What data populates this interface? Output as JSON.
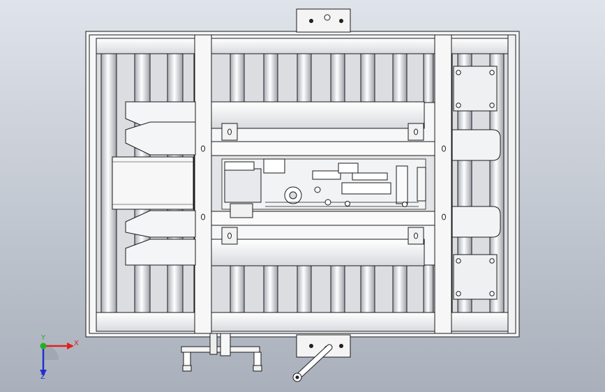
{
  "viewport": {
    "background_top": "#dfe3ea",
    "background_bottom": "#a9b0bb",
    "edge_color": "#1a1a1a",
    "face_color": "#ffffff",
    "shade_color": "#b9bcc3"
  },
  "model": {
    "view": "top",
    "display_style": "shaded-with-edges",
    "description_icon": "roller-conveyor-assembly-icon"
  },
  "triad": {
    "x_label": "X",
    "y_label": "Y",
    "z_label": "Z",
    "x_color": "#e0201c",
    "y_color": "#22b022",
    "z_color": "#2030d0"
  }
}
